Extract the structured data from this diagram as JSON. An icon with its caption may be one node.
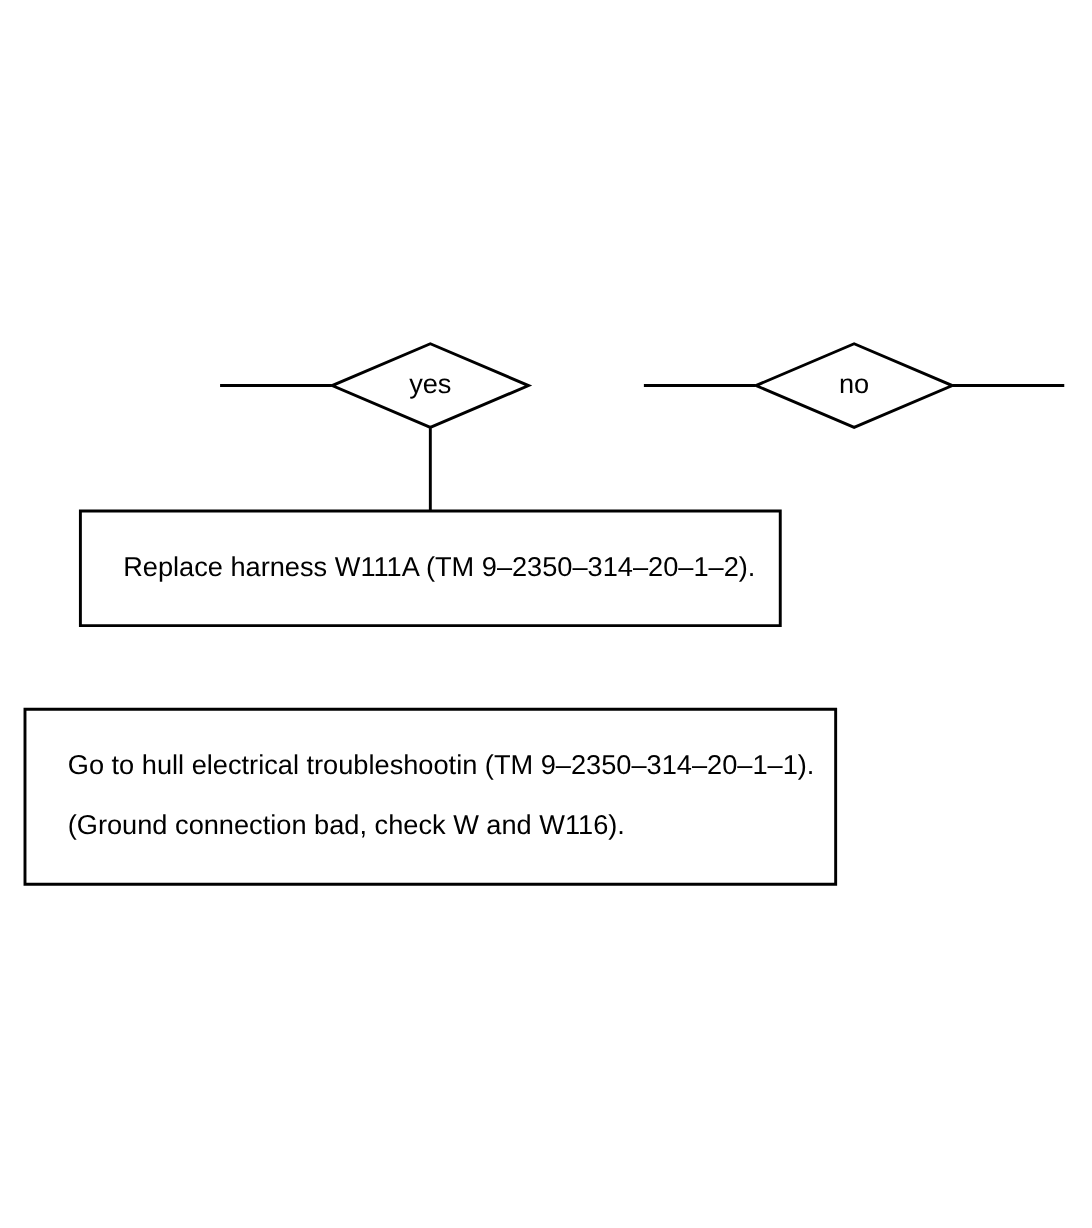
{
  "diagram": {
    "nodes": [
      {
        "text": [
          "yes"
        ]
      },
      {
        "text": [
          "no"
        ]
      },
      {
        "text": [
          "Replace harness W111A (TM 9–2350–314–20–1–2)."
        ]
      },
      {
        "text": [
          "Go to hull electrical troubleshootin (TM 9–2350–314–20–1–1).",
          "(Ground connection bad, check W and W116)."
        ]
      }
    ],
    "edges": [
      {
        "from": null,
        "to": 0,
        "arrow": "none"
      },
      {
        "from": null,
        "to": 1,
        "arrow": "none"
      },
      {
        "from": 0,
        "to": 2,
        "arrow": "none"
      },
      {
        "from": 1,
        "to": null,
        "arrow": "none"
      }
    ]
  }
}
